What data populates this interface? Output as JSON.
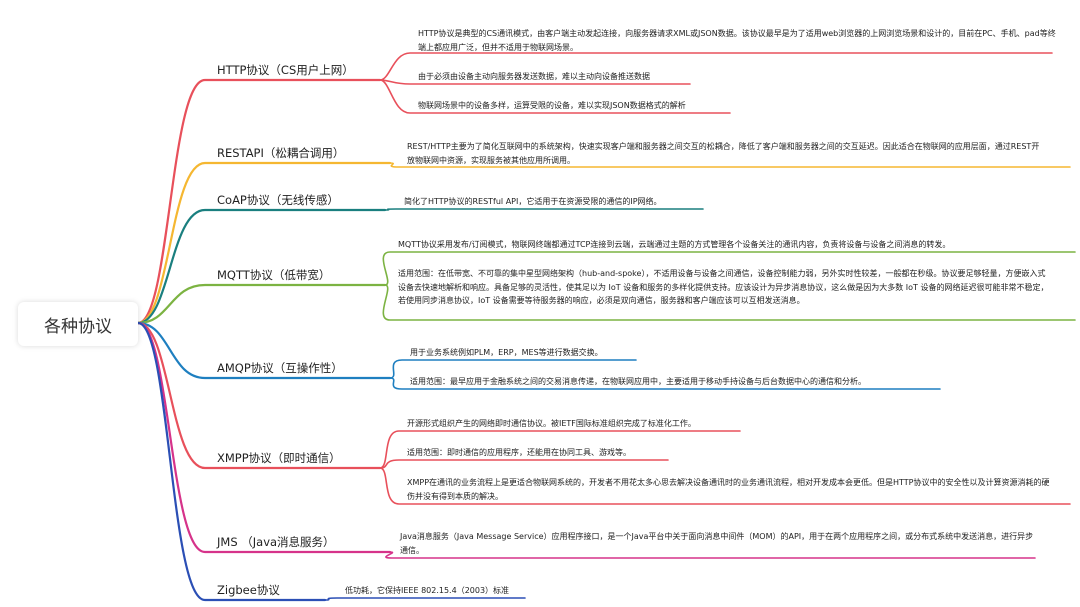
{
  "root": {
    "label": "各种协议"
  },
  "topics": [
    {
      "label": "HTTP协议（CS用户上网）",
      "color": "#e8505b",
      "leaves": [
        "HTTP协议是典型的CS通讯模式，由客户端主动发起连接，向服务器请求XML或JSON数据。该协议最早是为了适用web浏览器的上网浏览场景和设计的，目前在PC、手机、pad等终端上都应用广泛，但并不适用于物联网场景。",
        "由于必须由设备主动向服务器发送数据，难以主动向设备推送数据",
        "物联网场景中的设备多样，运算受限的设备，难以实现JSON数据格式的解析"
      ]
    },
    {
      "label": "RESTAPI（松耦合调用）",
      "color": "#f5b731",
      "leaves": [
        "REST/HTTP主要为了简化互联网中的系统架构，快速实现客户端和服务器之间交互的松耦合，降低了客户端和服务器之间的交互延迟。因此适合在物联网的应用层面，通过REST开放物联网中资源，实现服务被其他应用所调用。"
      ]
    },
    {
      "label": "CoAP协议（无线传感）",
      "color": "#1a7f7f",
      "leaves": [
        "简化了HTTP协议的RESTful API，它适用于在资源受限的通信的IP网络。"
      ]
    },
    {
      "label": "MQTT协议（低带宽）",
      "color": "#7cb342",
      "leaves": [
        "MQTT协议采用发布/订阅模式，物联网终端都通过TCP连接到云端，云端通过主题的方式管理各个设备关注的通讯内容，负责将设备与设备之间消息的转发。",
        "适用范围：在低带宽、不可靠的集中星型网络架构（hub-and-spoke），不适用设备与设备之间通信，设备控制能力弱，另外实时性较差，一般都在秒级。协议要足够轻量，方便嵌入式设备去快速地解析和响应。具备足够的灵活性，使其足以为 IoT 设备和服务的多样化提供支持。应该设计为异步消息协议，这么做是因为大多数 IoT 设备的网络延迟很可能非常不稳定，若使用同步消息协议，IoT 设备需要等待服务器的响应，必须是双向通信，服务器和客户端应该可以互相发送消息。"
      ]
    },
    {
      "label": "AMQP协议（互操作性）",
      "color": "#1e7fc0",
      "leaves": [
        "用于业务系统例如PLM，ERP，MES等进行数据交换。",
        "适用范围：最早应用于金融系统之间的交易消息传递，在物联网应用中，主要适用于移动手持设备与后台数据中心的通信和分析。"
      ]
    },
    {
      "label": "XMPP协议（即时通信）",
      "color": "#e8505b",
      "leaves": [
        "开源形式组织产生的网络即时通信协议。被IETF国际标准组织完成了标准化工作。",
        "适用范围：即时通信的应用程序，还能用在协同工具、游戏等。",
        "XMPP在通讯的业务流程上是更适合物联网系统的，开发者不用花太多心思去解决设备通讯时的业务通讯流程，相对开发成本会更低。但是HTTP协议中的安全性以及计算资源消耗的硬伤并没有得到本质的解决。"
      ]
    },
    {
      "label": "JMS （Java消息服务）",
      "color": "#d6338a",
      "leaves": [
        "Java消息服务（Java Message Service）应用程序接口，是一个Java平台中关于面向消息中间件（MOM）的API，用于在两个应用程序之间，或分布式系统中发送消息，进行异步通信。"
      ]
    },
    {
      "label": "Zigbee协议",
      "color": "#2b4fb5",
      "leaves": [
        "低功耗，它保持IEEE 802.15.4（2003）标准"
      ]
    }
  ]
}
